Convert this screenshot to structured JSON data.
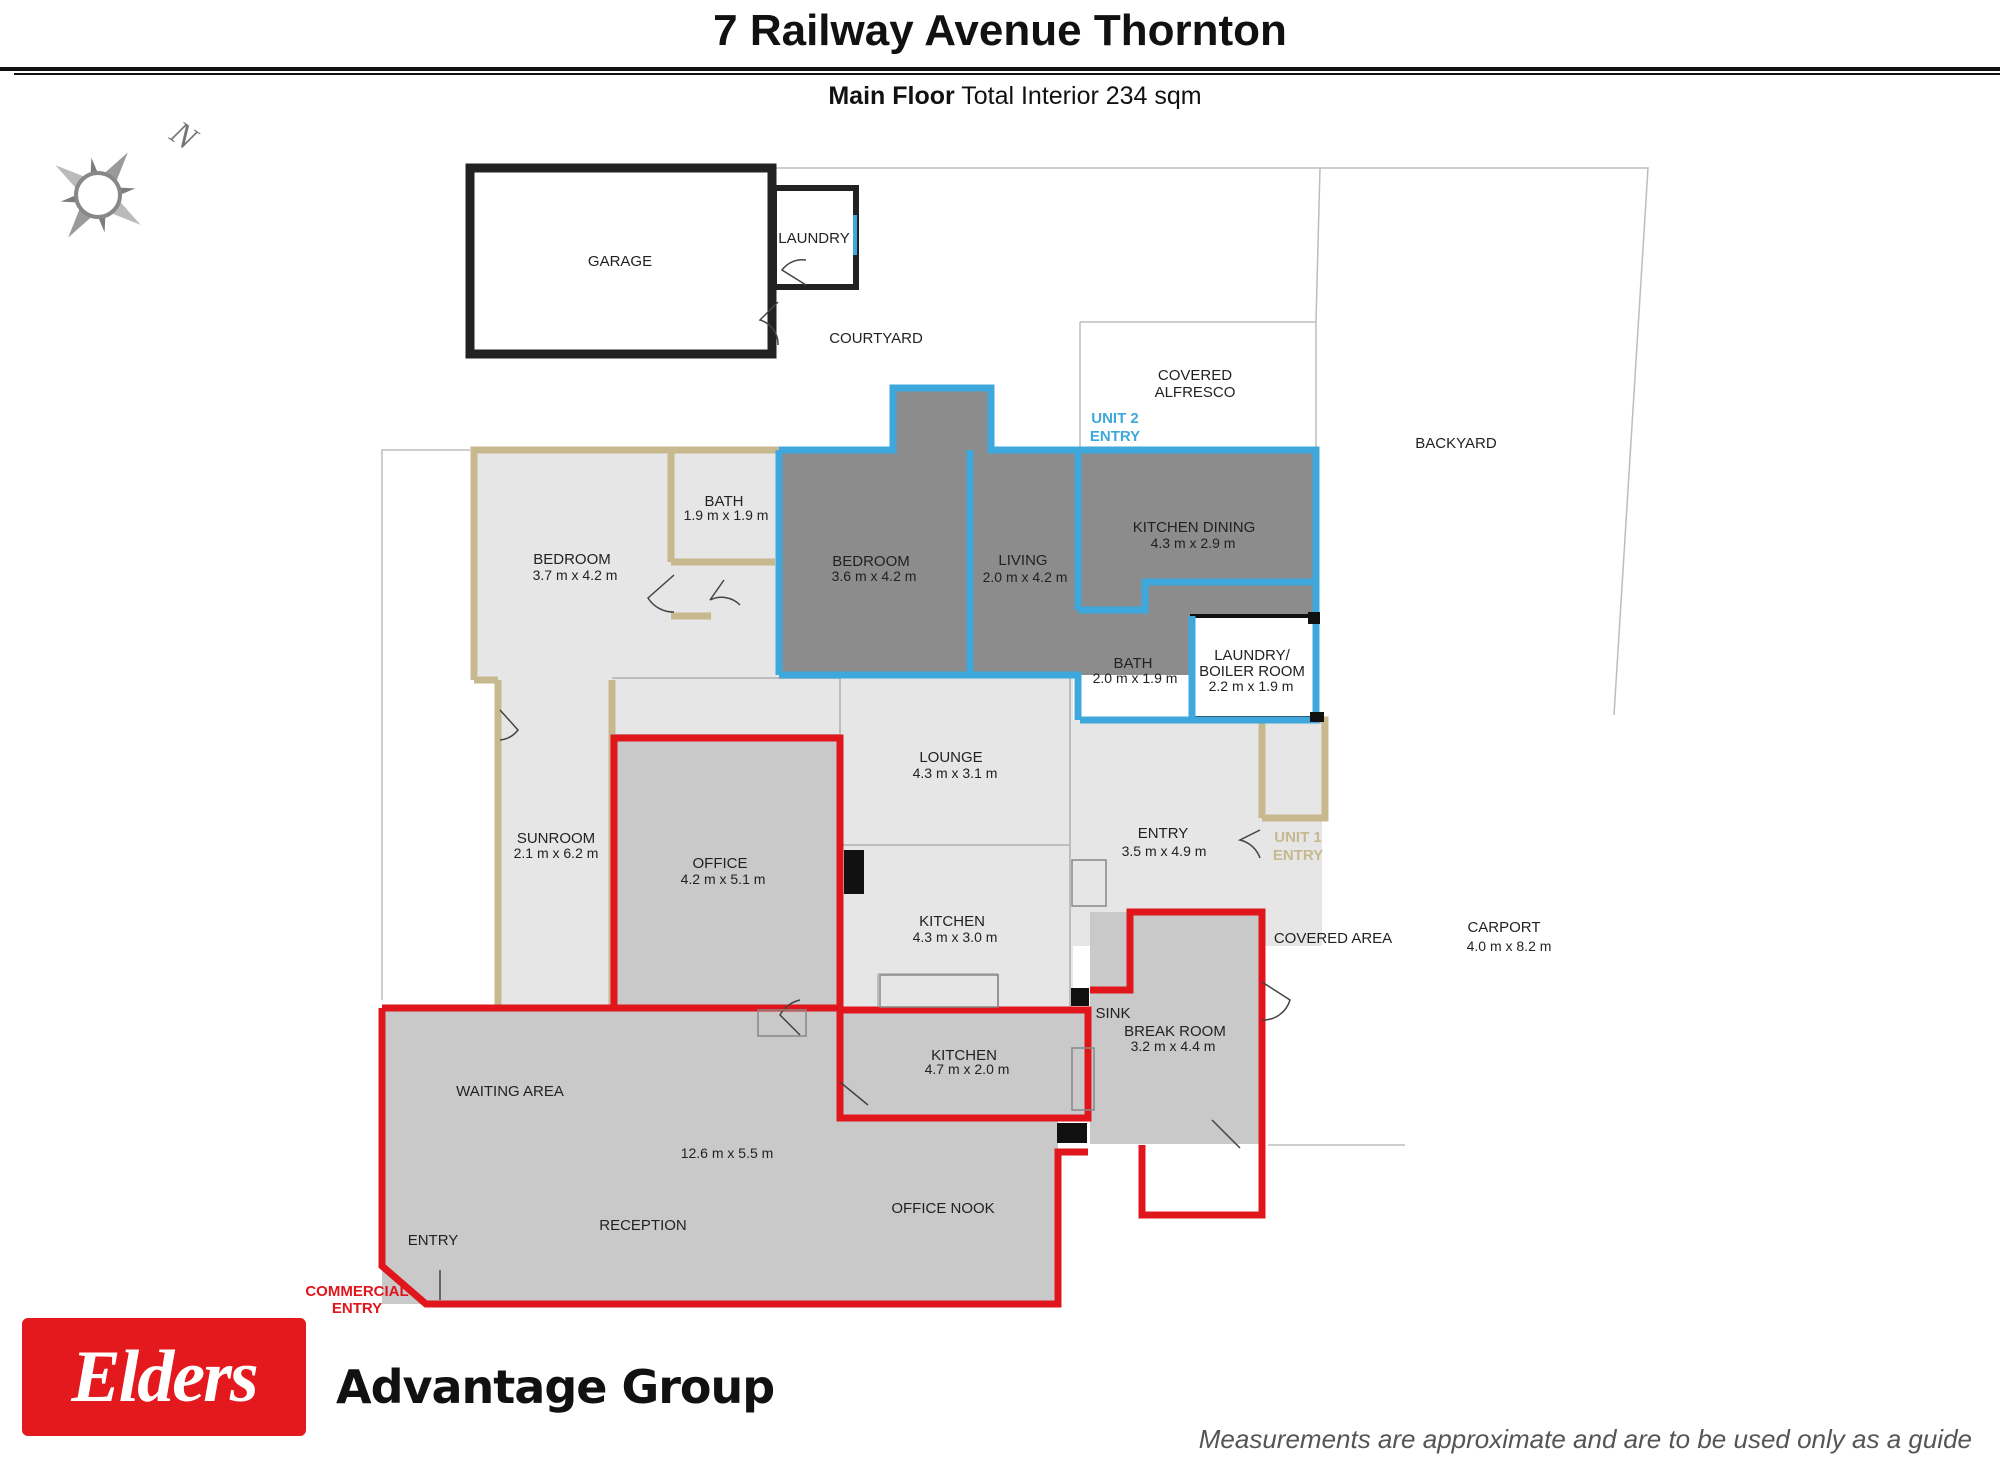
{
  "header": {
    "title": "7 Railway Avenue Thornton",
    "floor_name": "Main Floor",
    "floor_area": "Total Interior 234 sqm"
  },
  "compass": {
    "north_label": "N",
    "icon": "compass-rose-icon"
  },
  "rooms": {
    "garage": "GARAGE",
    "laundry_top": "LAUNDRY",
    "courtyard": "COURTYARD",
    "covered_alfresco_1": "COVERED",
    "covered_alfresco_2": "ALFRESCO",
    "unit2_entry_1": "UNIT 2",
    "unit2_entry_2": "ENTRY",
    "backyard": "BACKYARD",
    "bedroom1": "BEDROOM",
    "bedroom1_dim": "3.7 m x 4.2 m",
    "bath1": "BATH",
    "bath1_dim": "1.9 m x 1.9 m",
    "bedroom2": "BEDROOM",
    "bedroom2_dim": "3.6 m x 4.2 m",
    "living": "LIVING",
    "living_dim": "2.0 m x 4.2 m",
    "kitchen_dining": "KITCHEN DINING",
    "kitchen_dining_dim": "4.3 m x 2.9 m",
    "bath2": "BATH",
    "bath2_dim": "2.0 m x 1.9 m",
    "laundry_boiler_1": "LAUNDRY/",
    "laundry_boiler_2": "BOILER ROOM",
    "laundry_boiler_dim": "2.2 m x 1.9 m",
    "lounge": "LOUNGE",
    "lounge_dim": "4.3 m x 3.1 m",
    "sunroom": "SUNROOM",
    "sunroom_dim": "2.1 m x 6.2 m",
    "office": "OFFICE",
    "office_dim": "4.2 m x 5.1 m",
    "entry_unit": "ENTRY",
    "entry_unit_dim": "3.5 m x 4.9 m",
    "unit1_entry_1": "UNIT 1",
    "unit1_entry_2": "ENTRY",
    "kitchen1": "KITCHEN",
    "kitchen1_dim": "4.3 m x 3.0 m",
    "covered_area": "COVERED AREA",
    "carport": "CARPORT",
    "carport_dim": "4.0 m x 8.2 m",
    "sink": "SINK",
    "break_room": "BREAK ROOM",
    "break_room_dim": "3.2 m x 4.4 m",
    "kitchen2": "KITCHEN",
    "kitchen2_dim": "4.7 m x 2.0 m",
    "waiting_area": "WAITING AREA",
    "reception_dim": "12.6 m x 5.5 m",
    "reception": "RECEPTION",
    "office_nook": "OFFICE NOOK",
    "entry_commercial": "ENTRY",
    "commercial_entry_1": "COMMERCIAL",
    "commercial_entry_2": "ENTRY"
  },
  "colors": {
    "unit1_wall": "#c8b88e",
    "unit2_wall": "#3ea8dd",
    "commercial_wall": "#e0161c",
    "unit2_fill": "#8c8c8c",
    "room_fill": "#e6e6e6",
    "commercial_fill": "#c9c9c9"
  },
  "footer": {
    "logo": "Elders",
    "brand": "Advantage Group",
    "disclaimer": "Measurements are approximate and are to be used only as a guide"
  }
}
